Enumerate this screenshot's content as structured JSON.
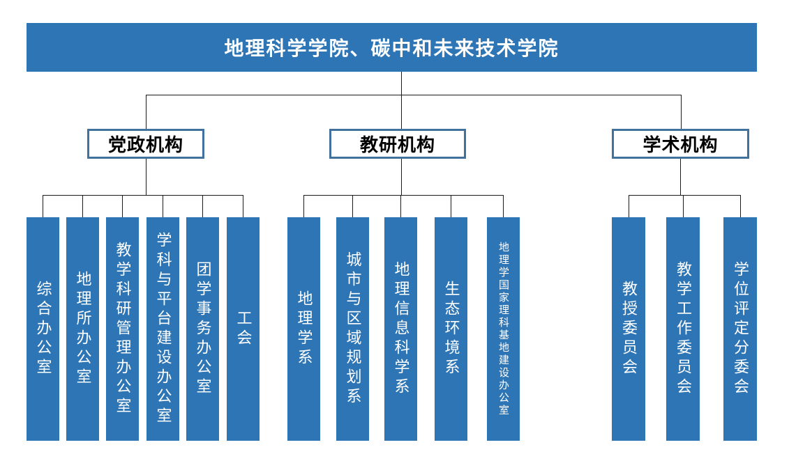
{
  "root": {
    "title": "地理科学学院、碳中和未来技术学院"
  },
  "colors": {
    "node_fill": "#2E75B6",
    "branch_border": "#41719C",
    "connector_line": "#1a1a1a",
    "root_text": "#FFFFFF",
    "branch_text": "#000000",
    "leaf_text": "#FFFFFF",
    "background": "#FFFFFF"
  },
  "groups": [
    {
      "label": "党政机构",
      "children": [
        "综合办公室",
        "地理所办公室",
        "教学科研管理办公室",
        "学科与平台建设办公室",
        "团学事务办公室",
        "工会"
      ]
    },
    {
      "label": "教研机构",
      "children": [
        "地理学系",
        "城市与区域规划系",
        "地理信息科学系",
        "生态环境系",
        "地理学国家理科基地建设办公室"
      ]
    },
    {
      "label": "学术机构",
      "children": [
        "教授委员会",
        "教学工作委员会",
        "学位评定分委会"
      ]
    }
  ]
}
